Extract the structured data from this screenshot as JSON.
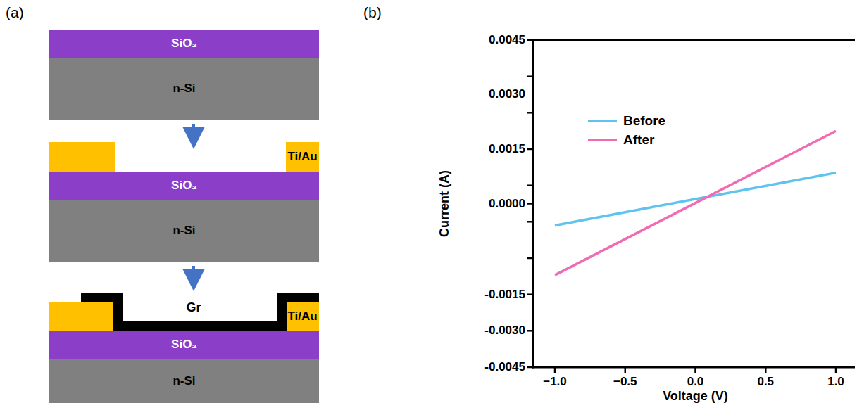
{
  "diagram": {
    "nodes": [
      {
        "text": [
          "SiO₂"
        ]
      },
      {
        "text": [
          "n-Si"
        ]
      },
      {
        "text": [
          "Ti/Au"
        ]
      },
      {
        "text": [
          "SiO₂"
        ]
      },
      {
        "text": [
          "n-Si"
        ]
      },
      {
        "text": [
          "Ti/Au"
        ]
      },
      {
        "text": [
          "SiO₂"
        ]
      },
      {
        "text": [
          "n-Si"
        ]
      }
    ],
    "labels": [
      "(a)",
      "(b)",
      "Gr",
      "0.0045",
      "0.0030",
      "0.0015",
      "0.0000",
      "-0.0015",
      "-0.0030",
      "-0.0045",
      "−1.0",
      "−0.5",
      "0.0",
      "0.5",
      "1.0",
      "Voltage (V)",
      "Current (A)"
    ],
    "legend": [
      {
        "text": "Before"
      },
      {
        "text": "After"
      }
    ]
  }
}
